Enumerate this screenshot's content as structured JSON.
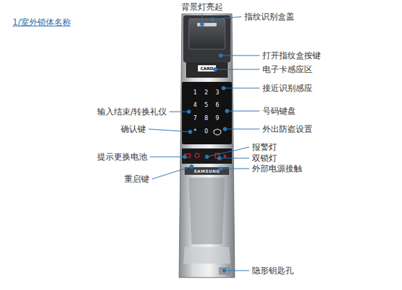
{
  "diagram": {
    "title": "1/室外锁体名称",
    "labels": [
      "背景灯亮起",
      "指纹识别盒盖",
      "打开指纹盒按键",
      "电子卡感应区",
      "接近识别感应",
      "输入结束/转换礼仪",
      "号码键盘",
      "确认键",
      "外出防盗设置",
      "报警灯",
      "提示更换电池",
      "双锁灯",
      "外部电源接触",
      "重启键",
      "隐形钥匙孔",
      "CARD",
      "1",
      "2",
      "3",
      "4",
      "5",
      "6",
      "7",
      "8",
      "9",
      "*",
      "0",
      "SAMSUNG"
    ]
  }
}
